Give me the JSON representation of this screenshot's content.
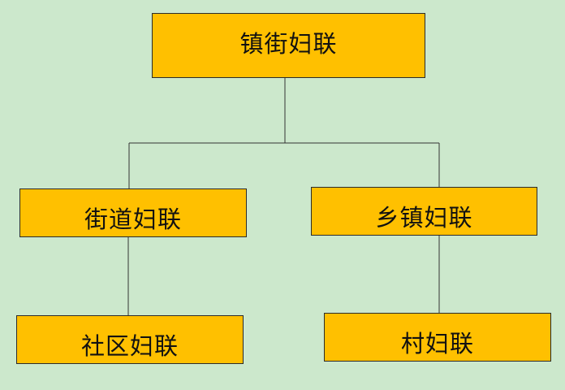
{
  "diagram": {
    "nodes": {
      "root": "镇街妇联",
      "jiedao": "街道妇联",
      "xiangzhen": "乡镇妇联",
      "shequ": "社区妇联",
      "cun": "村妇联"
    },
    "edges": [
      {
        "from": "root",
        "to": "jiedao"
      },
      {
        "from": "root",
        "to": "xiangzhen"
      },
      {
        "from": "jiedao",
        "to": "shequ"
      },
      {
        "from": "xiangzhen",
        "to": "cun"
      }
    ]
  },
  "colors": {
    "background": "#CCE8CC",
    "node_fill": "#FFC000",
    "node_border": "#2b2b2b",
    "connector": "#333333"
  }
}
